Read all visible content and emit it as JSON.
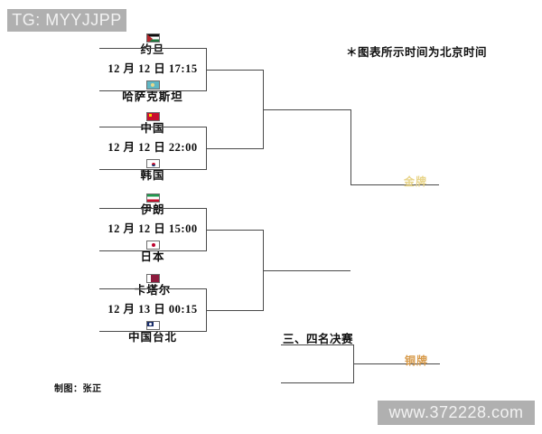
{
  "tag_chip": {
    "text": "TG: MYYJJPP"
  },
  "watermark": {
    "text": "www.372228.com"
  },
  "note": {
    "text": "＊图表所示时间为北京时间"
  },
  "credit": {
    "text": "制图：张正"
  },
  "third_place": {
    "title": "三、四名决赛"
  },
  "medals": {
    "gold": {
      "label": "金牌",
      "color": "#e8d489"
    },
    "bronze": {
      "label": "铜牌",
      "color": "#d79a4a"
    }
  },
  "quarterfinals": [
    {
      "id": "qf1",
      "top_team": "约旦",
      "top_flag": "jordan-flag-icon",
      "bottom_team": "哈萨克斯坦",
      "bottom_flag": "kazakhstan-flag-icon",
      "datetime": "12 月 12 日 17:15"
    },
    {
      "id": "qf2",
      "top_team": "中国",
      "top_flag": "china-flag-icon",
      "bottom_team": "韩国",
      "bottom_flag": "south-korea-flag-icon",
      "datetime": "12 月 12 日 22:00"
    },
    {
      "id": "qf3",
      "top_team": "伊朗",
      "top_flag": "iran-flag-icon",
      "bottom_team": "日本",
      "bottom_flag": "japan-flag-icon",
      "datetime": "12 月 12 日 15:00"
    },
    {
      "id": "qf4",
      "top_team": "卡塔尔",
      "top_flag": "qatar-flag-icon",
      "bottom_team": "中国台北",
      "bottom_flag": "chinese-taipei-flag-icon",
      "datetime": "12 月 13 日 00:15"
    }
  ]
}
